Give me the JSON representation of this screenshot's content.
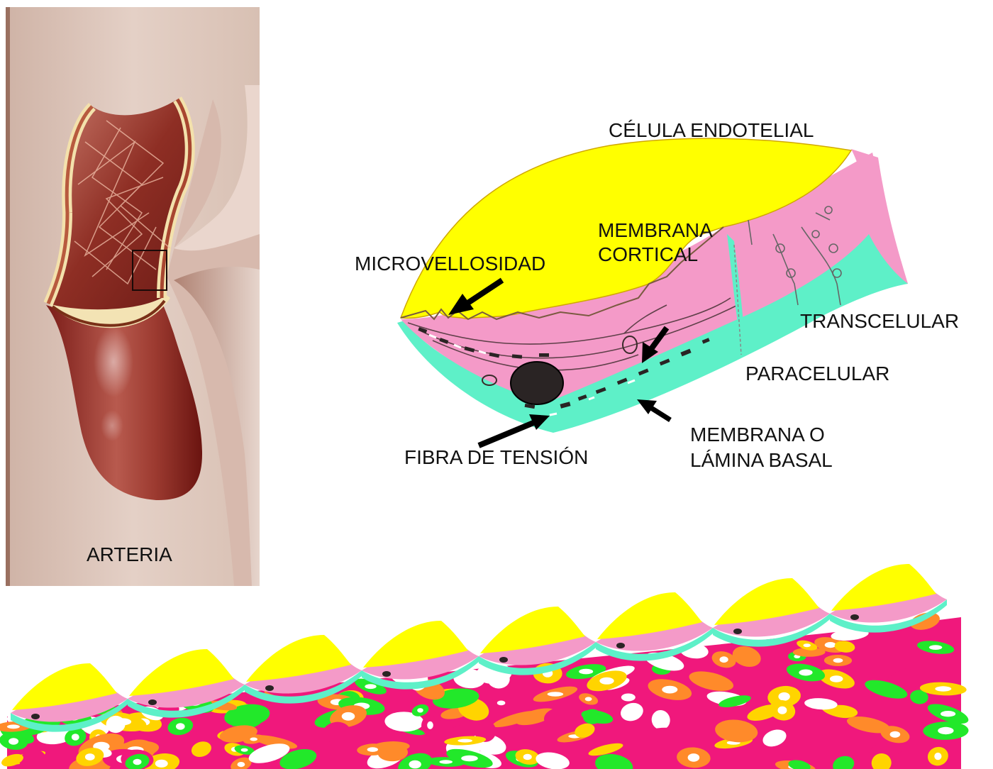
{
  "labels": {
    "arteria": "ARTERIA",
    "celula_endotelial": "CÉLULA ENDOTELIAL",
    "membrana_cortical_1": "MEMBRANA",
    "membrana_cortical_2": "CORTICAL",
    "microvellosidad": "MICROVELLOSIDAD",
    "transcelular": "TRANSCELULAR",
    "paracelular": "PARACELULAR",
    "membrana_basal_1": "MEMBRANA O",
    "membrana_basal_2": "LÁMINA BASAL",
    "fibra_tension": "FIBRA DE TENSIÓN"
  },
  "colors": {
    "cytoplasm_yellow": "#ffff00",
    "cortex_pink": "#f49ac8",
    "basal_cyan": "#5ef0c8",
    "nucleus": "#2a2424",
    "artery_bg": "#dcc4b8",
    "tissue_magenta": "#f0187c",
    "tissue_green": "#22e82a",
    "tissue_orange": "#ff8a2a"
  }
}
